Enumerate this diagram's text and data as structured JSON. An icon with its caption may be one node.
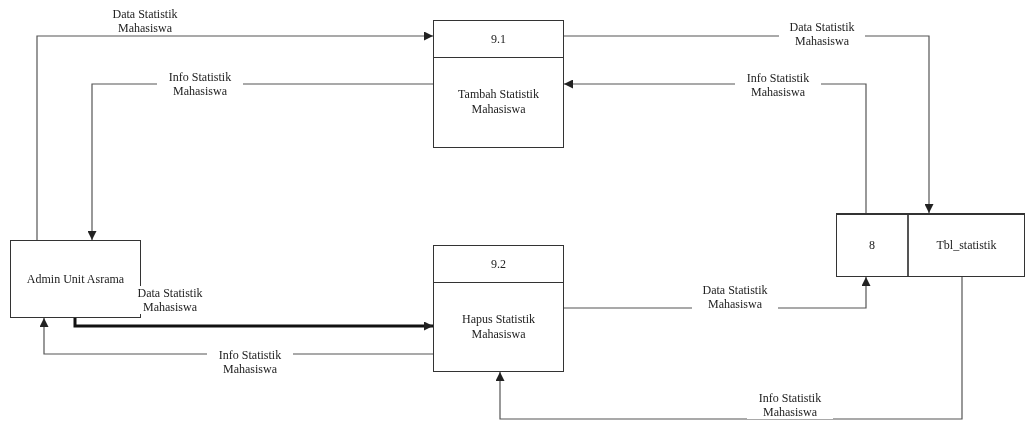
{
  "diagram": {
    "nodes": [
      {
        "text": [
          "Admin Unit Asrama"
        ]
      },
      {
        "text": [
          "9.1",
          "Tambah Statistik Mahasiswa"
        ]
      },
      {
        "text": [
          "9.2",
          "Hapus Statistik Mahasiswa"
        ]
      },
      {
        "text": [
          "8",
          "Tbl_statistik"
        ]
      }
    ],
    "edges": [
      {
        "from": 0,
        "to": 1,
        "arrow": "to",
        "label": "Data Statistik Mahasiswa"
      },
      {
        "from": 1,
        "to": 0,
        "arrow": "to",
        "label": "Info Statistik Mahasiswa"
      },
      {
        "from": 1,
        "to": 3,
        "arrow": "to",
        "label": "Data Statistik Mahasiswa"
      },
      {
        "from": 3,
        "to": 1,
        "arrow": "to",
        "label": "Info Statistik Mahasiswa"
      },
      {
        "from": 0,
        "to": 2,
        "arrow": "to",
        "label": "Data Statistik Mahasiswa",
        "style": "thick"
      },
      {
        "from": 2,
        "to": 0,
        "arrow": "to",
        "label": "Info Statistik Mahasiswa"
      },
      {
        "from": 2,
        "to": 3,
        "arrow": "to",
        "label": "Data Statistik Mahasiswa"
      },
      {
        "from": 3,
        "to": 2,
        "arrow": "to",
        "label": "Info Statistik Mahasiswa"
      }
    ]
  }
}
